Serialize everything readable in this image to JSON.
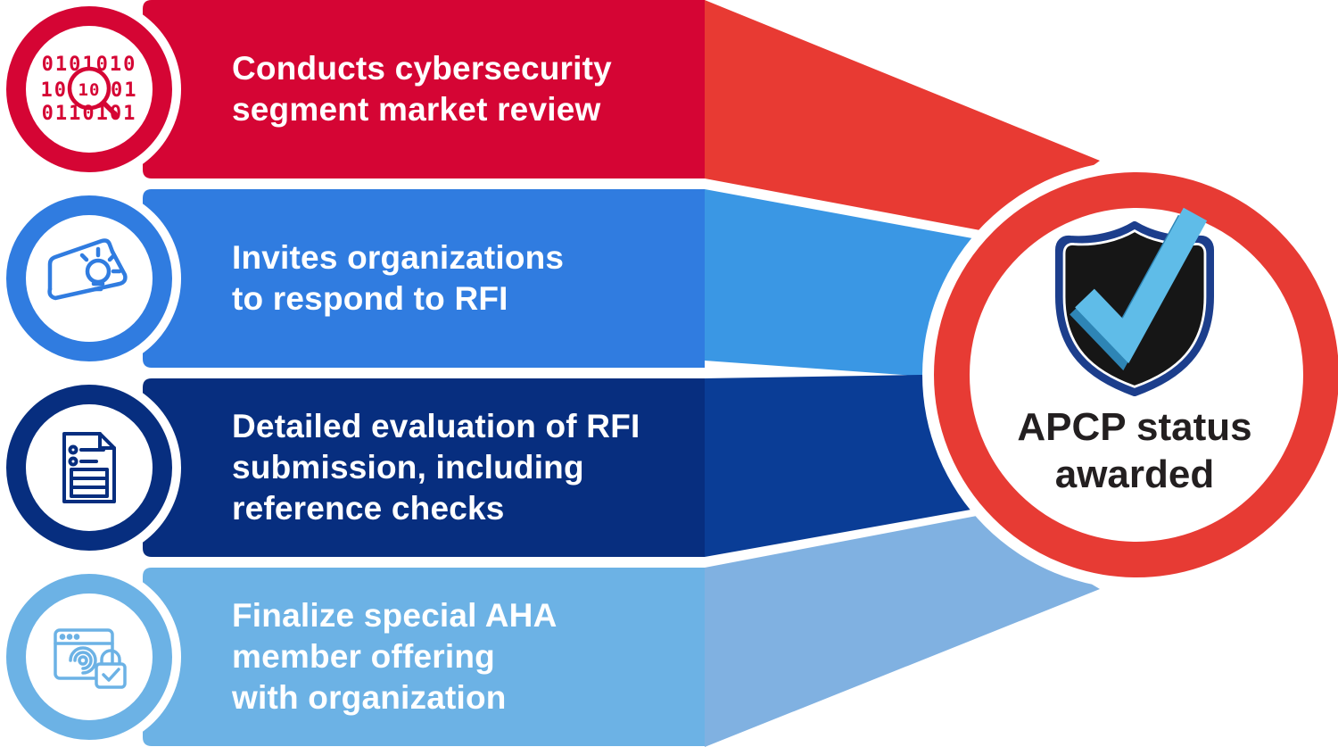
{
  "steps": [
    {
      "label_lines": [
        "Conducts cybersecurity",
        "segment market review"
      ],
      "icon": "binary-search-icon",
      "bar_color": "#D50534",
      "arrow_color": "#E83A33",
      "ring_color": "#D50534"
    },
    {
      "label_lines": [
        "Invites organizations",
        "to respond to RFI"
      ],
      "icon": "laptop-idea-icon",
      "bar_color": "#307CE0",
      "arrow_color": "#3A97E4",
      "ring_color": "#307CE0"
    },
    {
      "label_lines": [
        "Detailed evaluation of RFI",
        "submission, including",
        "reference checks"
      ],
      "icon": "document-checklist-icon",
      "bar_color": "#072E7F",
      "arrow_color": "#0A3D96",
      "ring_color": "#072E7F"
    },
    {
      "label_lines": [
        "Finalize special AHA",
        "member offering",
        "with organization"
      ],
      "icon": "secure-browser-icon",
      "bar_color": "#6CB2E5",
      "arrow_color": "#80B1E1",
      "ring_color": "#6CB2E5"
    }
  ],
  "badge": {
    "lines": [
      "APCP status",
      "awarded"
    ],
    "icon": "shield-check-icon",
    "ring_color": "#E73B34",
    "text_color": "#231F20",
    "shield_border": "#1C3E8C",
    "shield_fill": "#161616",
    "check_light": "#5FBCE8",
    "check_dark": "#2E85B5"
  },
  "binary_icon_text": {
    "row1": "0101010",
    "row2_left": "10",
    "row2_mag": "10",
    "row2_right": "01",
    "row3": "0110101"
  }
}
